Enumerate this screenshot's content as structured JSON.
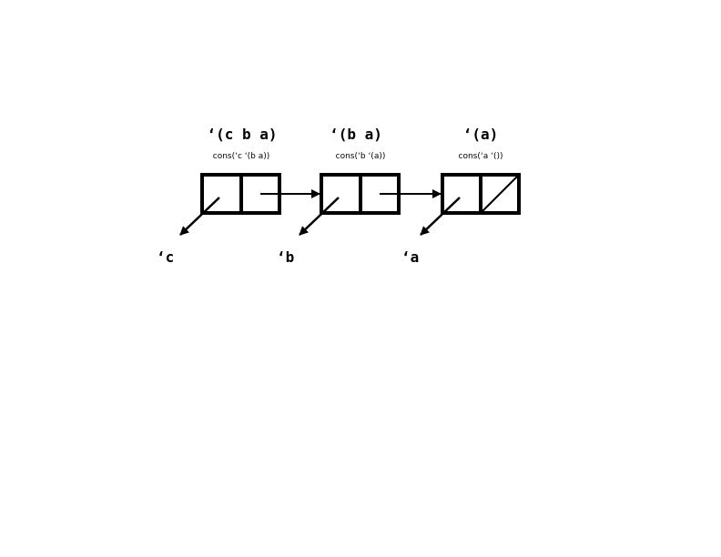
{
  "cells": [
    {
      "list": "‘(c b a)",
      "cons": "cons(‘c ‘(b a))",
      "car": "‘c",
      "cdr_nil": false
    },
    {
      "list": "‘(b a)",
      "cons": "cons(‘b ‘(a))",
      "car": "‘b",
      "cdr_nil": false
    },
    {
      "list": "‘(a)",
      "cons": "cons(‘a ‘())",
      "car": "‘a",
      "cdr_nil": true
    }
  ],
  "colors": {
    "stroke": "#000000",
    "background": "#ffffff"
  }
}
